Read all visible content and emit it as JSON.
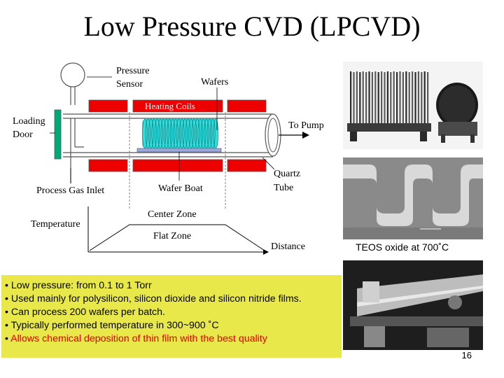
{
  "slide": {
    "title": "Low Pressure CVD (LPCVD)",
    "page_number": "16"
  },
  "diagram": {
    "labels": {
      "pressure_sensor_1": "Pressure",
      "pressure_sensor_2": "Sensor",
      "wafers": "Wafers",
      "heating_coils": "Heating Coils",
      "loading_door_1": "Loading",
      "loading_door_2": "Door",
      "to_pump": "To Pump",
      "quartz_tube_1": "Quartz",
      "quartz_tube_2": "Tube",
      "process_gas_inlet": "Process Gas Inlet",
      "wafer_boat": "Wafer Boat",
      "center_zone": "Center Zone",
      "temperature": "Temperature",
      "flat_zone": "Flat Zone",
      "distance": "Distance"
    },
    "colors": {
      "heater": "#ee0000",
      "wafers": "#33dddd",
      "door": "#00aa77",
      "boat": "#9aa8e0"
    }
  },
  "photos": {
    "caption": "TEOS oxide at 700˚C"
  },
  "bullets": [
    {
      "prefix": "• ",
      "text": "Low pressure: from 0.1 to 1 Torr",
      "highlight": false
    },
    {
      "prefix": "• ",
      "text": "Used mainly for polysilicon, silicon dioxide and silicon nitride films.",
      "highlight": false
    },
    {
      "prefix": "• ",
      "text": "Can process 200 wafers per batch.",
      "highlight": false
    },
    {
      "prefix": "• ",
      "text": "Typically performed temperature in 300~900 ˚C",
      "highlight": false
    },
    {
      "prefix": "• ",
      "text": "Allows chemical deposition of thin film with the best quality",
      "highlight": true
    }
  ]
}
